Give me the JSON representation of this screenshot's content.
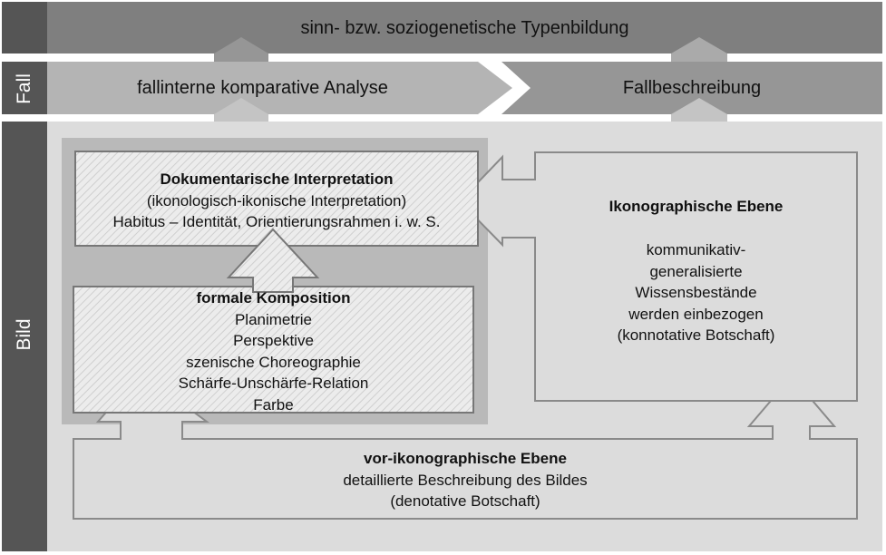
{
  "top_banner": {
    "label": "sinn- bzw. soziogenetische Typenbildung"
  },
  "fall_row": {
    "side_label": "Fall",
    "left_arrow": "fallinterne komparative Analyse",
    "right_box": "Fallbeschreibung"
  },
  "bild_row": {
    "side_label": "Bild"
  },
  "doc_box": {
    "title": "Dokumentarische Interpretation",
    "lines": [
      "(ikonologisch-ikonische Interpretation)",
      "Habitus – Identität, Orientierungsrahmen i. w. S."
    ]
  },
  "formal_box": {
    "title": "formale Komposition",
    "lines": [
      "Planimetrie",
      "Perspektive",
      "szenische Choreographie",
      "Schärfe-Unschärfe-Relation",
      "Farbe"
    ]
  },
  "ikono_box": {
    "title": "Ikonographische Ebene",
    "lines": [
      "kommunikativ-",
      "generalisierte",
      "Wissensbestände",
      "werden einbezogen",
      "(konnotative Botschaft)"
    ]
  },
  "vorikono_box": {
    "title": "vor-ikonographische Ebene",
    "lines": [
      "detaillierte Beschreibung des Bildes",
      "(denotative Botschaft)"
    ]
  },
  "colors": {
    "side_bar": "#555555",
    "top_banner": "#7f7f7f",
    "fall_row": "#b4b4b4",
    "fall_box": "#969696",
    "bild_panel": "#dcdcdc",
    "inner_panel": "#b9b9b9",
    "outline": "#8a8a8a"
  }
}
